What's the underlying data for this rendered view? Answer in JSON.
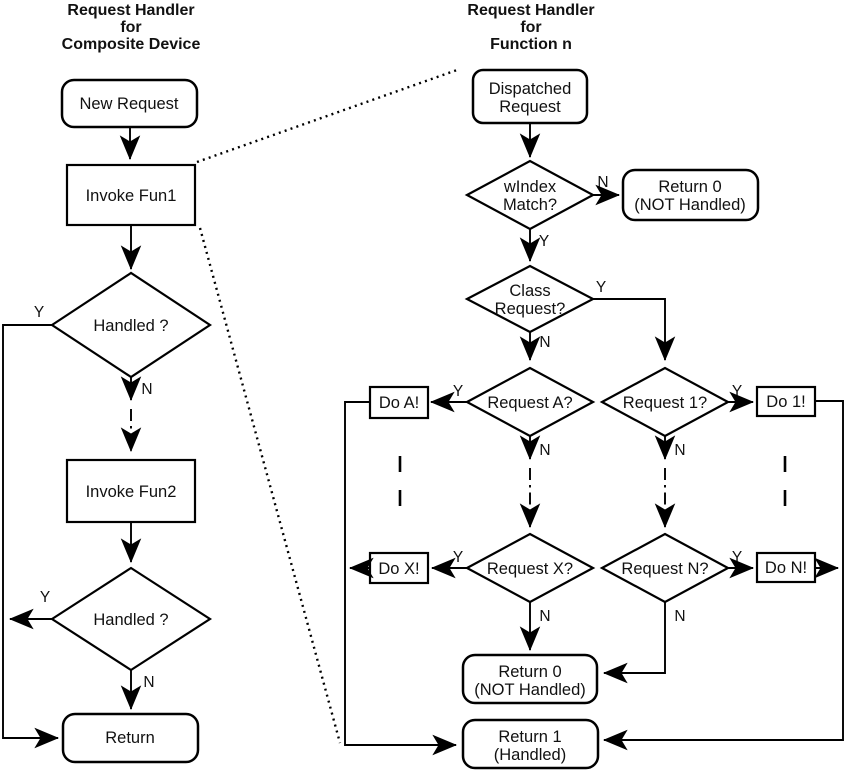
{
  "diagram": {
    "left_chart": {
      "title_lines": [
        "Request Handler",
        "for",
        "Composite Device"
      ],
      "nodes": {
        "new_request": "New Request",
        "invoke_fun1": "Invoke Fun1",
        "handled_first": "Handled ?",
        "invoke_fun2": "Invoke Fun2",
        "handled_second": "Handled ?",
        "return": "Return"
      }
    },
    "right_chart": {
      "title_lines": [
        "Request Handler",
        "for",
        "Function n"
      ],
      "nodes": {
        "dispatched_request": [
          "Dispatched",
          "Request"
        ],
        "windex_match": [
          "wIndex",
          "Match?"
        ],
        "return_0_top": [
          "Return 0",
          "(NOT Handled)"
        ],
        "class_request": [
          "Class",
          "Request?"
        ],
        "request_a": "Request A?",
        "request_1": "Request 1?",
        "do_a": "Do A!",
        "do_1": "Do 1!",
        "request_x": "Request X?",
        "request_n": "Request N?",
        "do_x": "Do X!",
        "do_n": "Do N!",
        "return_0_bottom": [
          "Return 0",
          "(NOT Handled)"
        ],
        "return_1": [
          "Return 1",
          "(Handled)"
        ]
      }
    },
    "branch_labels": {
      "yes": "Y",
      "no": "N"
    },
    "colors": {
      "line": "#000000",
      "text": "#111111",
      "background": "#ffffff"
    }
  }
}
